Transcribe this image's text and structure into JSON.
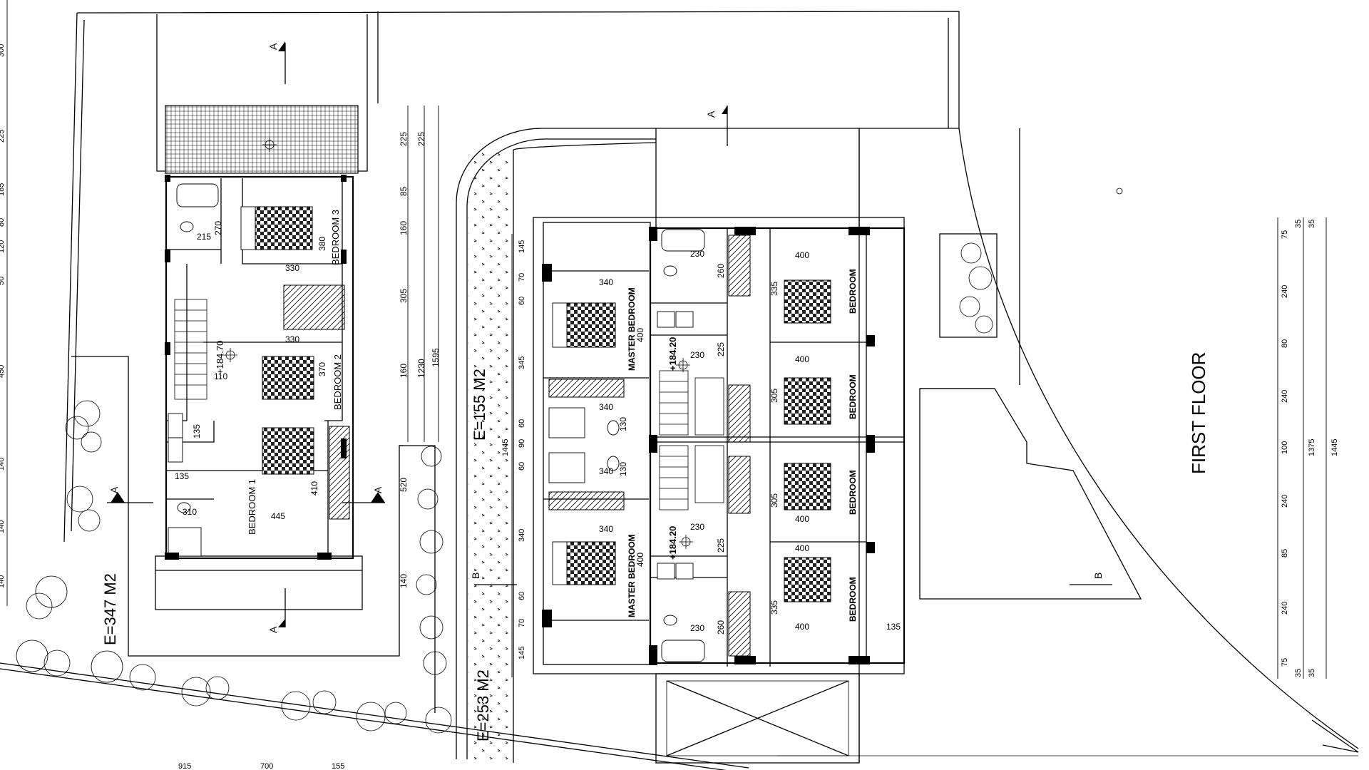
{
  "title": "FIRST FLOOR",
  "areas": {
    "left_lot": "E=347 M2",
    "middle_strip": "E=253 M2",
    "middle_block": "E=155 M2"
  },
  "left_unit": {
    "rooms": {
      "bedroom1": "BEDROOM 1",
      "bedroom2": "BEDROOM 2",
      "bedroom3": "BEDROOM 3"
    },
    "level": "+184.70",
    "dims": [
      "270",
      "215",
      "380",
      "330",
      "330",
      "370",
      "110",
      "135",
      "135",
      "410",
      "310",
      "445"
    ],
    "side_dims": [
      "225",
      "85",
      "160",
      "305",
      "160",
      "520",
      "140"
    ],
    "side_totals": [
      "225",
      "1230",
      "1595"
    ]
  },
  "twin_block": {
    "rooms": {
      "master_top": "MASTER BEDROOM",
      "master_bottom": "MASTER BEDROOM",
      "bedroom": "BEDROOM"
    },
    "levels": [
      "+184.20",
      "+184.20"
    ],
    "left_chain": [
      "145",
      "70",
      "60",
      "345",
      "60",
      "90",
      "60",
      "340",
      "60",
      "70",
      "145"
    ],
    "left_total": "1445",
    "room_dims": [
      "340",
      "400",
      "340",
      "130",
      "130",
      "340",
      "340",
      "400",
      "230",
      "260",
      "230",
      "225",
      "230",
      "225",
      "260",
      "230",
      "400",
      "335",
      "400",
      "305",
      "305",
      "400",
      "400",
      "335",
      "400",
      "135"
    ]
  },
  "right_chain": {
    "values": [
      "75",
      "240",
      "80",
      "240",
      "100",
      "240",
      "85",
      "240",
      "75"
    ],
    "small": [
      "35",
      "35",
      "35",
      "35"
    ],
    "totals": [
      "1375",
      "1445"
    ]
  },
  "section_marks": [
    "A",
    "A",
    "A",
    "A",
    "B",
    "B",
    "A"
  ],
  "truncated": {
    "bottom": [
      "915",
      "700",
      "155"
    ],
    "top_left": [
      "300",
      "225",
      "185",
      "80",
      "120",
      "50",
      "450",
      "140",
      "140",
      "140"
    ]
  }
}
